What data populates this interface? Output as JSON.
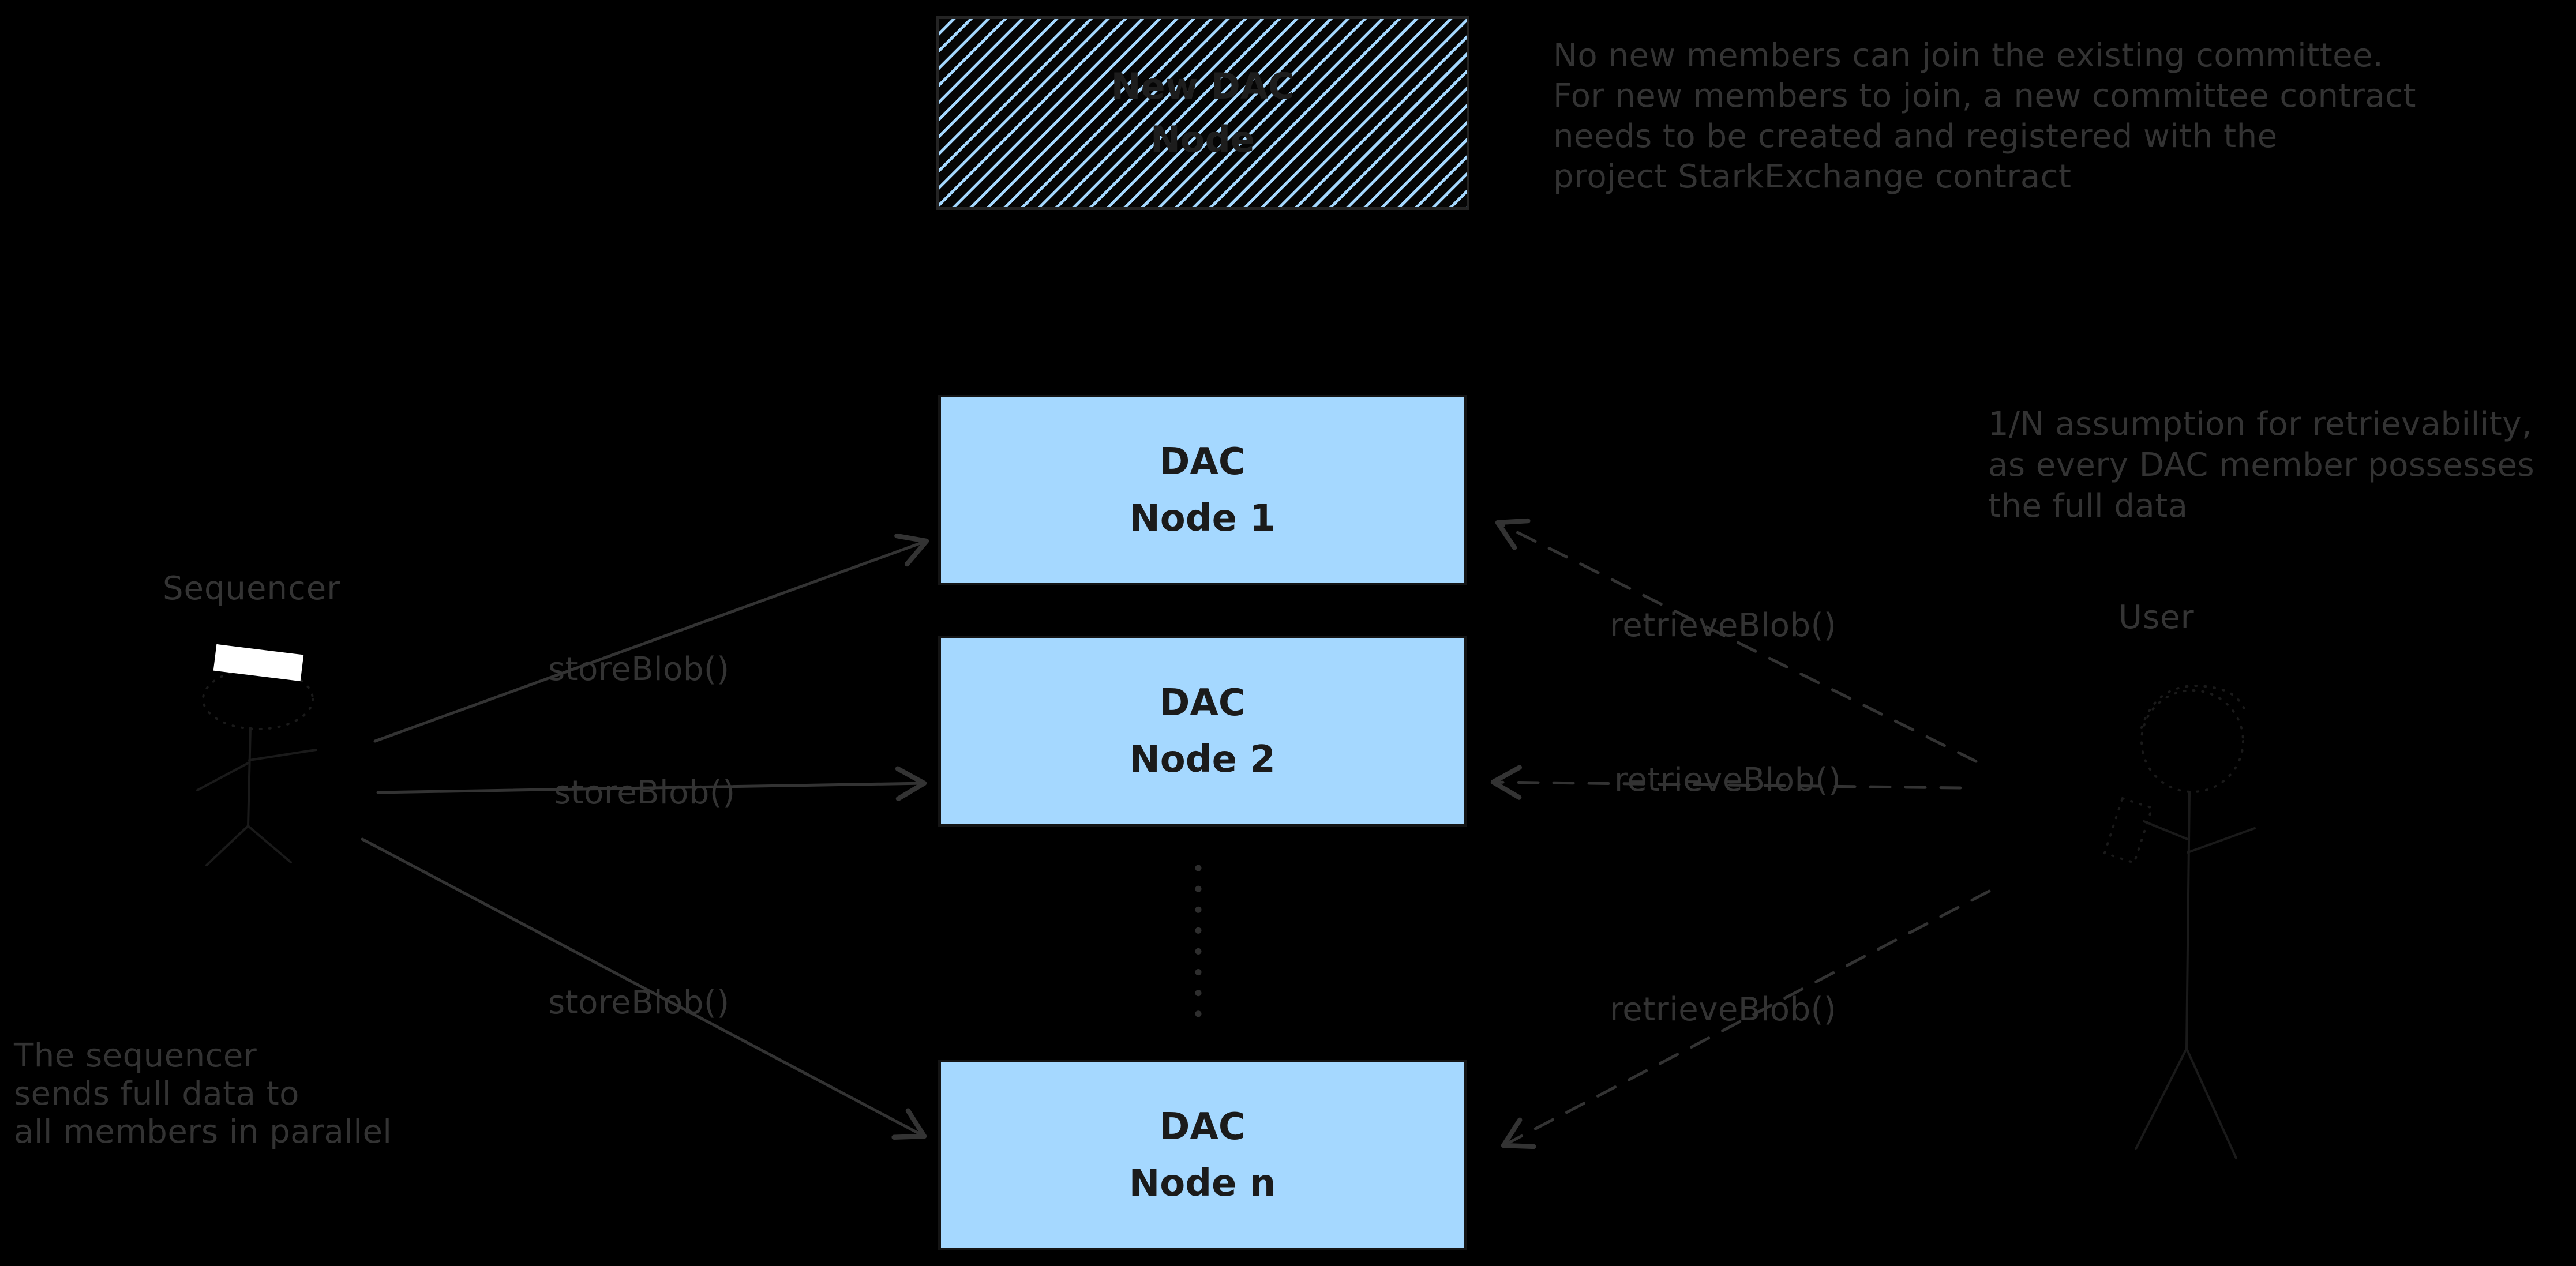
{
  "colors": {
    "background": "#000000",
    "node_fill": "#a5d8ff",
    "node_border": "#141414",
    "ink_gray": "#333333",
    "figure_ink": "#1a1a1a",
    "hat_white": "#ffffff"
  },
  "new_node_box": {
    "line1": "New DAC",
    "line2": "Node"
  },
  "annotations": {
    "committee_note": {
      "line1": "No new members can join the existing committee.",
      "line2": "For new members to join, a new committee contract",
      "line3": "needs to be created and registered with the",
      "line4": "project StarkExchange contract"
    },
    "retrievability_note": {
      "line1": "1/N assumption for retrievability,",
      "line2": "as every DAC member possesses",
      "line3": "the full data"
    },
    "parallel_note": {
      "line1": "The sequencer",
      "line2": "sends full data to",
      "line3": "all members in parallel"
    }
  },
  "actors": {
    "sequencer_label": "Sequencer",
    "user_label": "User"
  },
  "dac_nodes": [
    {
      "line1": "DAC",
      "line2": "Node 1"
    },
    {
      "line1": "DAC",
      "line2": "Node 2"
    },
    {
      "line1": "DAC",
      "line2": "Node n"
    }
  ],
  "edge_labels": {
    "store": "storeBlob()",
    "retrieve": "retrieveBlob()"
  }
}
